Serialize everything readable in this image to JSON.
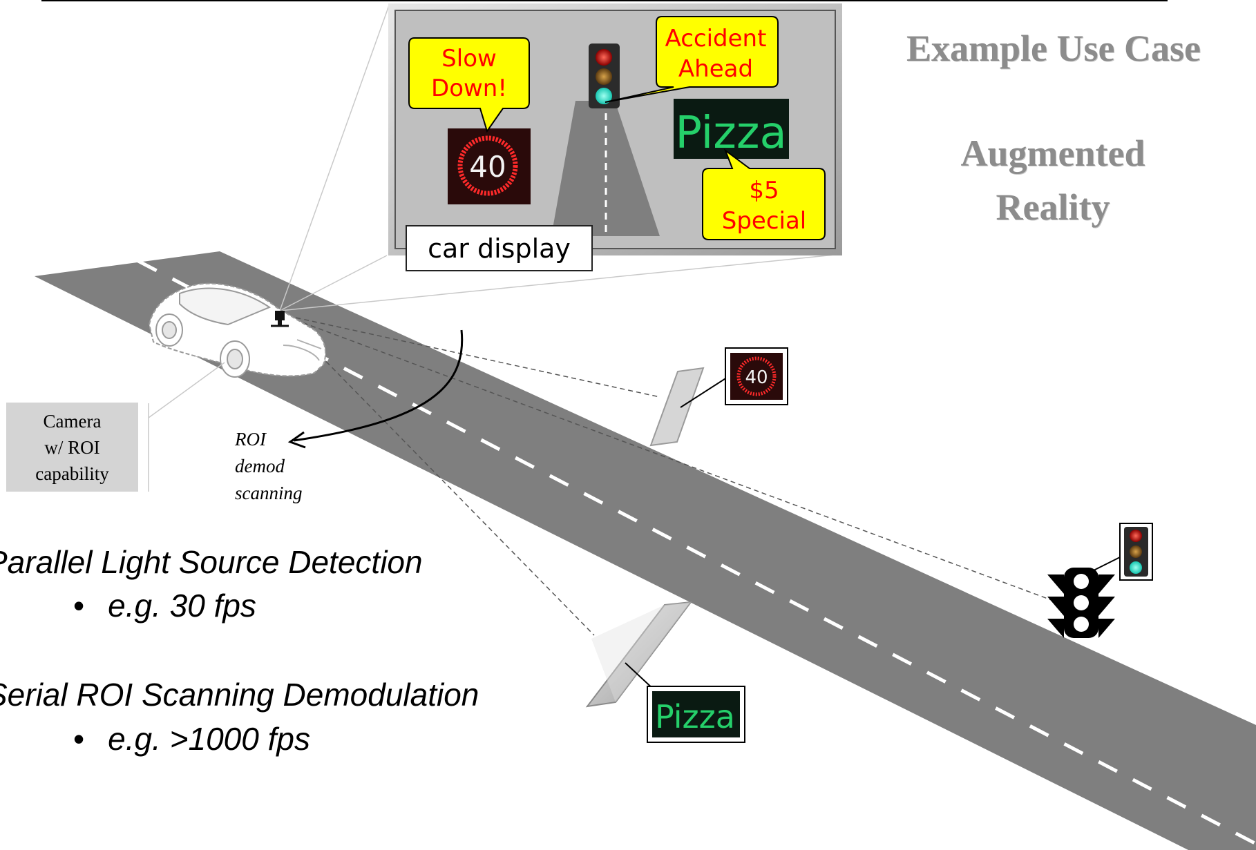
{
  "title": "Example Use Case",
  "subtitle": {
    "line1": "Augmented",
    "line2": "Reality"
  },
  "car_display": {
    "label": "car display",
    "callouts": {
      "slow_down": {
        "line1": "Slow",
        "line2": "Down!"
      },
      "accident_ahead": {
        "line1": "Accident",
        "line2": "Ahead"
      },
      "special": {
        "line1": "$5",
        "line2": "Special"
      }
    }
  },
  "signs": {
    "speed_limit": "40",
    "pizza": "Pizza"
  },
  "camera_label": {
    "line1": "Camera",
    "line2": "w/ ROI",
    "line3": "capability"
  },
  "roi_label": {
    "line1": "ROI",
    "line2": "demod",
    "line3": "scanning"
  },
  "bullets": [
    {
      "heading": "Parallel Light Source Detection",
      "item": "e.g. 30 fps"
    },
    {
      "heading": "Serial ROI Scanning Demodulation",
      "item": "e.g. >1000 fps"
    }
  ],
  "bullet_char": "•",
  "colors": {
    "road": "#7f7f7f",
    "display_bg": "#bfbfbf",
    "callout_fill": "#ffff00",
    "callout_text": "#ff0000",
    "title_grey": "#8c8c8c",
    "camera_box": "#d4d4d4",
    "pizza_green": "#25d06a",
    "sign_ring_red": "#ff2a2a"
  },
  "icons": [
    "car-icon",
    "camera-icon",
    "traffic-light-icon",
    "speed-limit-sign-icon",
    "pizza-sign-icon",
    "curved-arrow-icon"
  ]
}
